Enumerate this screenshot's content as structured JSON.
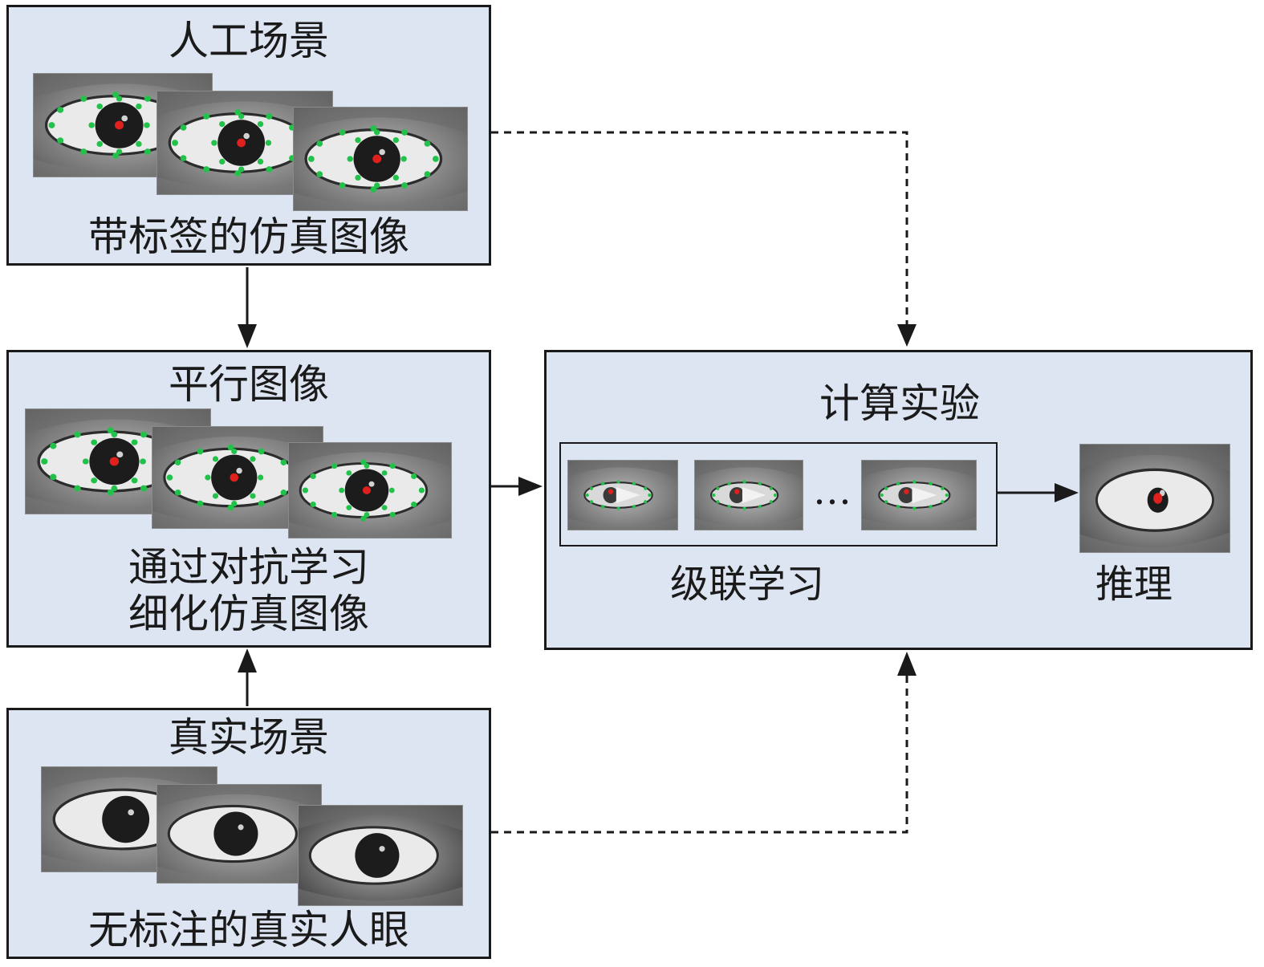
{
  "boxes": {
    "artificial_scene": {
      "title": "人工场景",
      "caption": "带标签的仿真图像"
    },
    "parallel_images": {
      "title": "平行图像",
      "caption_line1": "通过对抗学习",
      "caption_line2": "细化仿真图像"
    },
    "real_scene": {
      "title": "真实场景",
      "caption": "无标注的真实人眼"
    },
    "computational_experiment": {
      "title": "计算实验",
      "cascade_label": "级联学习",
      "ellipsis": "…",
      "inference_label": "推理"
    }
  },
  "colors": {
    "box_fill": "#dde5f2",
    "border": "#1a1a1a",
    "landmark": "#22c24a",
    "pupil_center": "#e0201c"
  },
  "icons": {
    "eye_image": "eye-photo-icon",
    "landmark_point": "green-dot",
    "pupil_center": "red-dot"
  }
}
